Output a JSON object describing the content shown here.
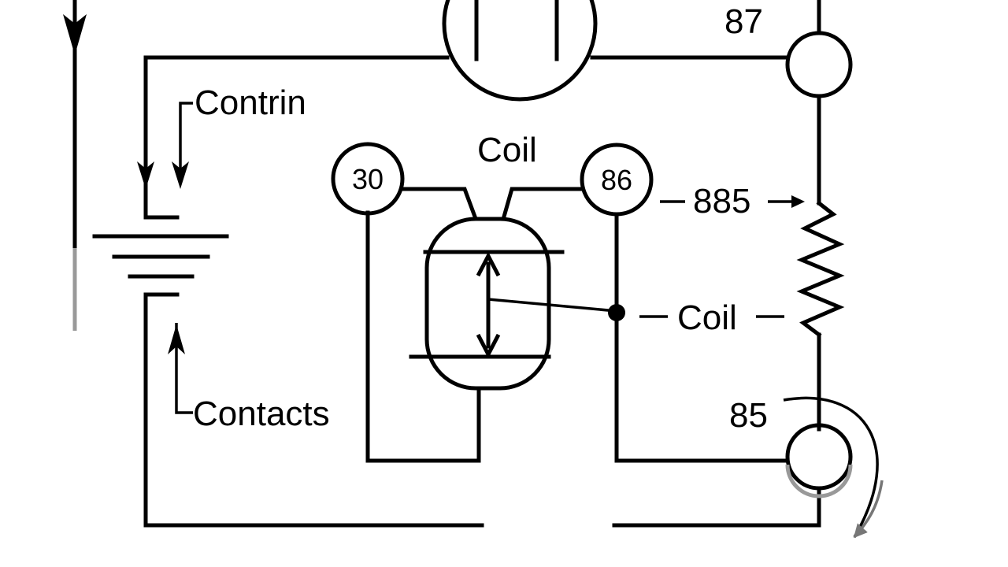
{
  "labels": {
    "contrin": "Contrin",
    "contacts": "Contacts",
    "coil_top": "Coil",
    "coil_side": "Coil",
    "t87": "87",
    "t30": "30",
    "t86": "86",
    "t85_arrow": "885",
    "t85_bottom": "85"
  },
  "colors": {
    "line": "#000000",
    "background": "#ffffff",
    "faded": "#888888"
  }
}
